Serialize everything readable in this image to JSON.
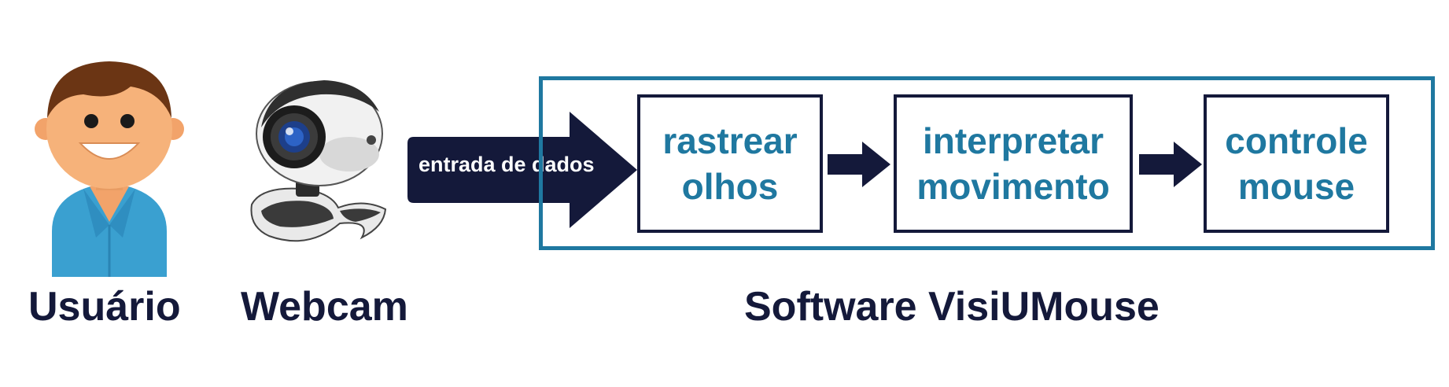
{
  "actors": {
    "user_label": "Usuário",
    "webcam_label": "Webcam"
  },
  "input": {
    "label": "entrada de dados"
  },
  "software": {
    "label": "Software VisiUMouse",
    "steps": [
      {
        "line1": "rastrear",
        "line2": "olhos"
      },
      {
        "line1": "interpretar",
        "line2": "movimento"
      },
      {
        "line1": "controle",
        "line2": "mouse"
      }
    ]
  },
  "colors": {
    "navy": "#14193a",
    "blue": "#1f78a0",
    "skin": "#f6b27a",
    "hair": "#6b3514",
    "shirt": "#3aa0d0"
  },
  "icons": [
    "user-avatar-icon",
    "webcam-icon",
    "arrow-right-icon"
  ]
}
